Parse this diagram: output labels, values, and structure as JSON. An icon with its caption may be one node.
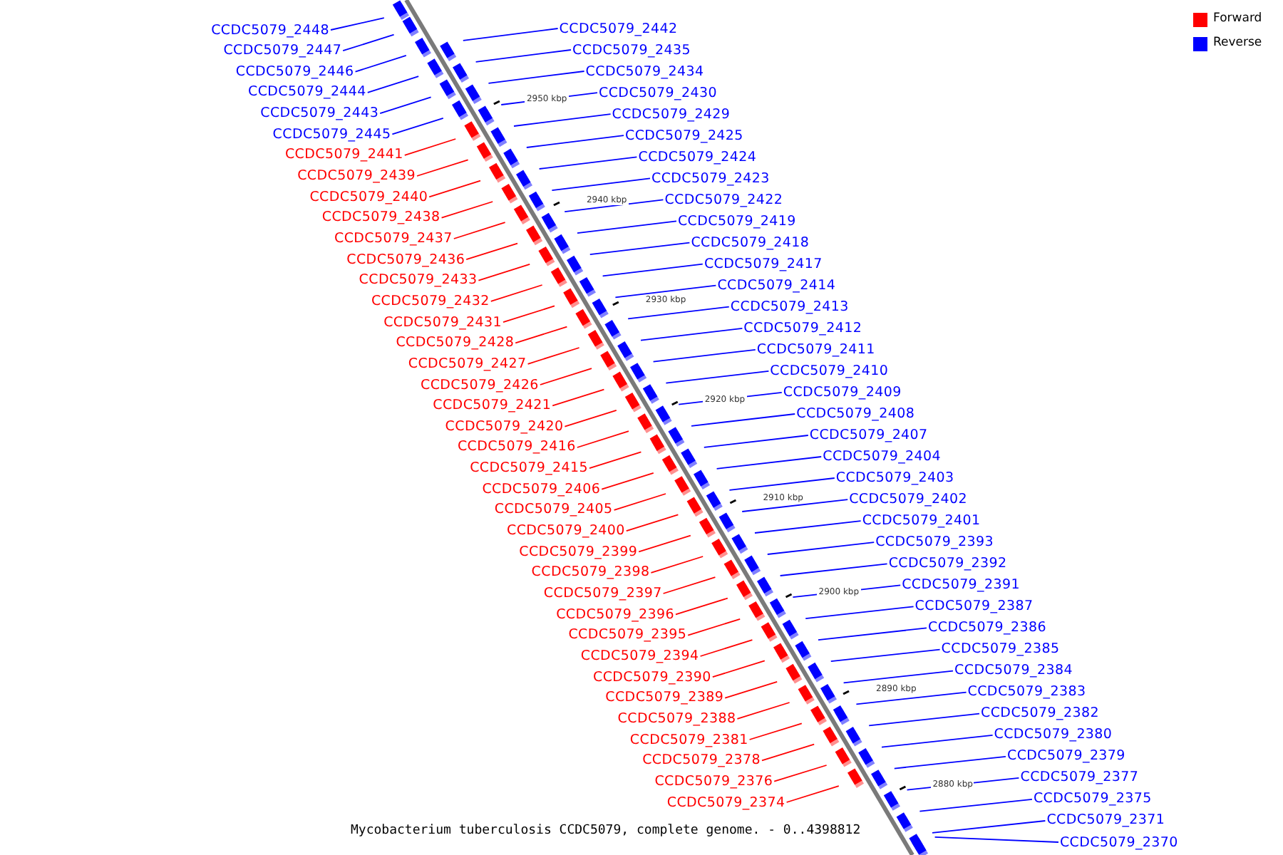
{
  "diagram": {
    "caption": "Mycobacterium tuberculosis CCDC5079, complete genome. - 0..4398812",
    "nodes": [
      {
        "text": [
          "CCDC5079_2448"
        ]
      },
      {
        "text": [
          "CCDC5079_2447"
        ]
      },
      {
        "text": [
          "CCDC5079_2446"
        ]
      },
      {
        "text": [
          "CCDC5079_2444"
        ]
      },
      {
        "text": [
          "CCDC5079_2443"
        ]
      },
      {
        "text": [
          "CCDC5079_2445"
        ]
      },
      {
        "text": [
          "CCDC5079_2441"
        ]
      },
      {
        "text": [
          "CCDC5079_2439"
        ]
      },
      {
        "text": [
          "CCDC5079_2440"
        ]
      },
      {
        "text": [
          "CCDC5079_2438"
        ]
      },
      {
        "text": [
          "CCDC5079_2437"
        ]
      },
      {
        "text": [
          "CCDC5079_2436"
        ]
      },
      {
        "text": [
          "CCDC5079_2433"
        ]
      },
      {
        "text": [
          "CCDC5079_2432"
        ]
      },
      {
        "text": [
          "CCDC5079_2431"
        ]
      },
      {
        "text": [
          "CCDC5079_2428"
        ]
      },
      {
        "text": [
          "CCDC5079_2427"
        ]
      },
      {
        "text": [
          "CCDC5079_2426"
        ]
      },
      {
        "text": [
          "CCDC5079_2421"
        ]
      },
      {
        "text": [
          "CCDC5079_2420"
        ]
      },
      {
        "text": [
          "CCDC5079_2416"
        ]
      },
      {
        "text": [
          "CCDC5079_2415"
        ]
      },
      {
        "text": [
          "CCDC5079_2406"
        ]
      },
      {
        "text": [
          "CCDC5079_2405"
        ]
      },
      {
        "text": [
          "CCDC5079_2400"
        ]
      },
      {
        "text": [
          "CCDC5079_2399"
        ]
      },
      {
        "text": [
          "CCDC5079_2398"
        ]
      },
      {
        "text": [
          "CCDC5079_2397"
        ]
      },
      {
        "text": [
          "CCDC5079_2396"
        ]
      },
      {
        "text": [
          "CCDC5079_2395"
        ]
      },
      {
        "text": [
          "CCDC5079_2394"
        ]
      },
      {
        "text": [
          "CCDC5079_2390"
        ]
      },
      {
        "text": [
          "CCDC5079_2389"
        ]
      },
      {
        "text": [
          "CCDC5079_2388"
        ]
      },
      {
        "text": [
          "CCDC5079_2381"
        ]
      },
      {
        "text": [
          "CCDC5079_2378"
        ]
      },
      {
        "text": [
          "CCDC5079_2376"
        ]
      },
      {
        "text": [
          "CCDC5079_2374"
        ]
      },
      {
        "text": [
          "CCDC5079_2442"
        ]
      },
      {
        "text": [
          "CCDC5079_2435"
        ]
      },
      {
        "text": [
          "CCDC5079_2434"
        ]
      },
      {
        "text": [
          "CCDC5079_2430"
        ]
      },
      {
        "text": [
          "CCDC5079_2429"
        ]
      },
      {
        "text": [
          "CCDC5079_2425"
        ]
      },
      {
        "text": [
          "CCDC5079_2424"
        ]
      },
      {
        "text": [
          "CCDC5079_2423"
        ]
      },
      {
        "text": [
          "CCDC5079_2422"
        ]
      },
      {
        "text": [
          "CCDC5079_2419"
        ]
      },
      {
        "text": [
          "CCDC5079_2418"
        ]
      },
      {
        "text": [
          "CCDC5079_2417"
        ]
      },
      {
        "text": [
          "CCDC5079_2414"
        ]
      },
      {
        "text": [
          "CCDC5079_2413"
        ]
      },
      {
        "text": [
          "CCDC5079_2412"
        ]
      },
      {
        "text": [
          "CCDC5079_2411"
        ]
      },
      {
        "text": [
          "CCDC5079_2410"
        ]
      },
      {
        "text": [
          "CCDC5079_2409"
        ]
      },
      {
        "text": [
          "CCDC5079_2408"
        ]
      },
      {
        "text": [
          "CCDC5079_2407"
        ]
      },
      {
        "text": [
          "CCDC5079_2404"
        ]
      },
      {
        "text": [
          "CCDC5079_2403"
        ]
      },
      {
        "text": [
          "CCDC5079_2402"
        ]
      },
      {
        "text": [
          "CCDC5079_2401"
        ]
      },
      {
        "text": [
          "CCDC5079_2393"
        ]
      },
      {
        "text": [
          "CCDC5079_2392"
        ]
      },
      {
        "text": [
          "CCDC5079_2391"
        ]
      },
      {
        "text": [
          "CCDC5079_2387"
        ]
      },
      {
        "text": [
          "CCDC5079_2386"
        ]
      },
      {
        "text": [
          "CCDC5079_2385"
        ]
      },
      {
        "text": [
          "CCDC5079_2384"
        ]
      },
      {
        "text": [
          "CCDC5079_2383"
        ]
      },
      {
        "text": [
          "CCDC5079_2382"
        ]
      },
      {
        "text": [
          "CCDC5079_2380"
        ]
      },
      {
        "text": [
          "CCDC5079_2379"
        ]
      },
      {
        "text": [
          "CCDC5079_2377"
        ]
      },
      {
        "text": [
          "CCDC5079_2375"
        ]
      },
      {
        "text": [
          "CCDC5079_2371"
        ]
      },
      {
        "text": [
          "CCDC5079_2370"
        ]
      }
    ],
    "edges": [
      {
        "from": 0,
        "to": null,
        "arrow": "none"
      },
      {
        "from": 1,
        "to": null,
        "arrow": "none"
      },
      {
        "from": 2,
        "to": null,
        "arrow": "none"
      },
      {
        "from": 3,
        "to": null,
        "arrow": "none"
      },
      {
        "from": 4,
        "to": null,
        "arrow": "none"
      },
      {
        "from": 5,
        "to": null,
        "arrow": "none"
      },
      {
        "from": 6,
        "to": null,
        "arrow": "none",
        "color": "#ff0000"
      },
      {
        "from": 7,
        "to": null,
        "arrow": "none",
        "color": "#ff0000"
      },
      {
        "from": 8,
        "to": null,
        "arrow": "none",
        "color": "#ff0000"
      },
      {
        "from": 9,
        "to": null,
        "arrow": "none",
        "color": "#ff0000"
      },
      {
        "from": 10,
        "to": null,
        "arrow": "none",
        "color": "#ff0000"
      },
      {
        "from": 11,
        "to": null,
        "arrow": "none",
        "color": "#ff0000"
      },
      {
        "from": 12,
        "to": null,
        "arrow": "none",
        "color": "#ff0000"
      },
      {
        "from": 13,
        "to": null,
        "arrow": "none",
        "color": "#ff0000"
      },
      {
        "from": 14,
        "to": null,
        "arrow": "none",
        "color": "#ff0000"
      },
      {
        "from": 15,
        "to": null,
        "arrow": "none",
        "color": "#ff0000"
      },
      {
        "from": 16,
        "to": null,
        "arrow": "none",
        "color": "#ff0000"
      },
      {
        "from": 17,
        "to": null,
        "arrow": "none",
        "color": "#ff0000"
      },
      {
        "from": 18,
        "to": null,
        "arrow": "none",
        "color": "#ff0000"
      },
      {
        "from": 19,
        "to": null,
        "arrow": "none",
        "color": "#ff0000"
      },
      {
        "from": 20,
        "to": null,
        "arrow": "none",
        "color": "#ff0000"
      },
      {
        "from": 21,
        "to": null,
        "arrow": "none",
        "color": "#ff0000"
      },
      {
        "from": 22,
        "to": null,
        "arrow": "none",
        "color": "#ff0000"
      },
      {
        "from": 23,
        "to": null,
        "arrow": "none",
        "color": "#ff0000"
      },
      {
        "from": 24,
        "to": null,
        "arrow": "none",
        "color": "#ff0000"
      },
      {
        "from": 25,
        "to": null,
        "arrow": "none",
        "color": "#ff0000"
      },
      {
        "from": 26,
        "to": null,
        "arrow": "none",
        "color": "#ff0000"
      },
      {
        "from": 27,
        "to": null,
        "arrow": "none",
        "color": "#ff0000"
      },
      {
        "from": 28,
        "to": null,
        "arrow": "none",
        "color": "#ff0000"
      },
      {
        "from": 29,
        "to": null,
        "arrow": "none",
        "color": "#ff0000"
      },
      {
        "from": 30,
        "to": null,
        "arrow": "none",
        "color": "#ff0000"
      },
      {
        "from": 31,
        "to": null,
        "arrow": "none",
        "color": "#ff0000"
      },
      {
        "from": 32,
        "to": null,
        "arrow": "none",
        "color": "#ff0000"
      },
      {
        "from": 33,
        "to": null,
        "arrow": "none",
        "color": "#ff0000"
      },
      {
        "from": 34,
        "to": null,
        "arrow": "none",
        "color": "#ff0000"
      },
      {
        "from": 35,
        "to": null,
        "arrow": "none",
        "color": "#ff0000"
      },
      {
        "from": 36,
        "to": null,
        "arrow": "none",
        "color": "#ff0000"
      },
      {
        "from": 37,
        "to": null,
        "arrow": "none",
        "color": "#ff0000"
      },
      {
        "from": 38,
        "to": null,
        "arrow": "none"
      },
      {
        "from": 39,
        "to": null,
        "arrow": "none"
      },
      {
        "from": 40,
        "to": null,
        "arrow": "none"
      },
      {
        "from": 41,
        "to": null,
        "arrow": "none"
      },
      {
        "from": 42,
        "to": null,
        "arrow": "none"
      },
      {
        "from": 43,
        "to": null,
        "arrow": "none"
      },
      {
        "from": 44,
        "to": null,
        "arrow": "none"
      },
      {
        "from": 45,
        "to": null,
        "arrow": "none"
      },
      {
        "from": 46,
        "to": null,
        "arrow": "none"
      },
      {
        "from": 47,
        "to": null,
        "arrow": "none"
      },
      {
        "from": 48,
        "to": null,
        "arrow": "none"
      },
      {
        "from": 49,
        "to": null,
        "arrow": "none"
      },
      {
        "from": 50,
        "to": null,
        "arrow": "none"
      },
      {
        "from": 51,
        "to": null,
        "arrow": "none"
      },
      {
        "from": 52,
        "to": null,
        "arrow": "none"
      },
      {
        "from": 53,
        "to": null,
        "arrow": "none"
      },
      {
        "from": 54,
        "to": null,
        "arrow": "none"
      },
      {
        "from": 55,
        "to": null,
        "arrow": "none"
      },
      {
        "from": 56,
        "to": null,
        "arrow": "none"
      },
      {
        "from": 57,
        "to": null,
        "arrow": "none"
      },
      {
        "from": 58,
        "to": null,
        "arrow": "none"
      },
      {
        "from": 59,
        "to": null,
        "arrow": "none"
      },
      {
        "from": 60,
        "to": null,
        "arrow": "none"
      },
      {
        "from": 61,
        "to": null,
        "arrow": "none"
      },
      {
        "from": 62,
        "to": null,
        "arrow": "none"
      },
      {
        "from": 63,
        "to": null,
        "arrow": "none"
      },
      {
        "from": 64,
        "to": null,
        "arrow": "none"
      },
      {
        "from": 65,
        "to": null,
        "arrow": "none"
      },
      {
        "from": 66,
        "to": null,
        "arrow": "none"
      },
      {
        "from": 67,
        "to": null,
        "arrow": "none"
      },
      {
        "from": 68,
        "to": null,
        "arrow": "none"
      },
      {
        "from": 69,
        "to": null,
        "arrow": "none"
      },
      {
        "from": 70,
        "to": null,
        "arrow": "none"
      },
      {
        "from": 71,
        "to": null,
        "arrow": "none"
      },
      {
        "from": 72,
        "to": null,
        "arrow": "none"
      },
      {
        "from": 73,
        "to": null,
        "arrow": "none"
      },
      {
        "from": 74,
        "to": null,
        "arrow": "none"
      },
      {
        "from": 75,
        "to": null,
        "arrow": "none"
      },
      {
        "from": 76,
        "to": null,
        "arrow": "none"
      }
    ],
    "labels": [
      "2950 kbp",
      "2940 kbp",
      "2930 kbp",
      "2920 kbp",
      "2910 kbp",
      "2900 kbp",
      "2890 kbp",
      "2880 kbp"
    ],
    "legend": [
      {
        "text": "Forward",
        "color": "#ff0000"
      },
      {
        "text": "Reverse",
        "color": "#0000ff"
      }
    ]
  }
}
